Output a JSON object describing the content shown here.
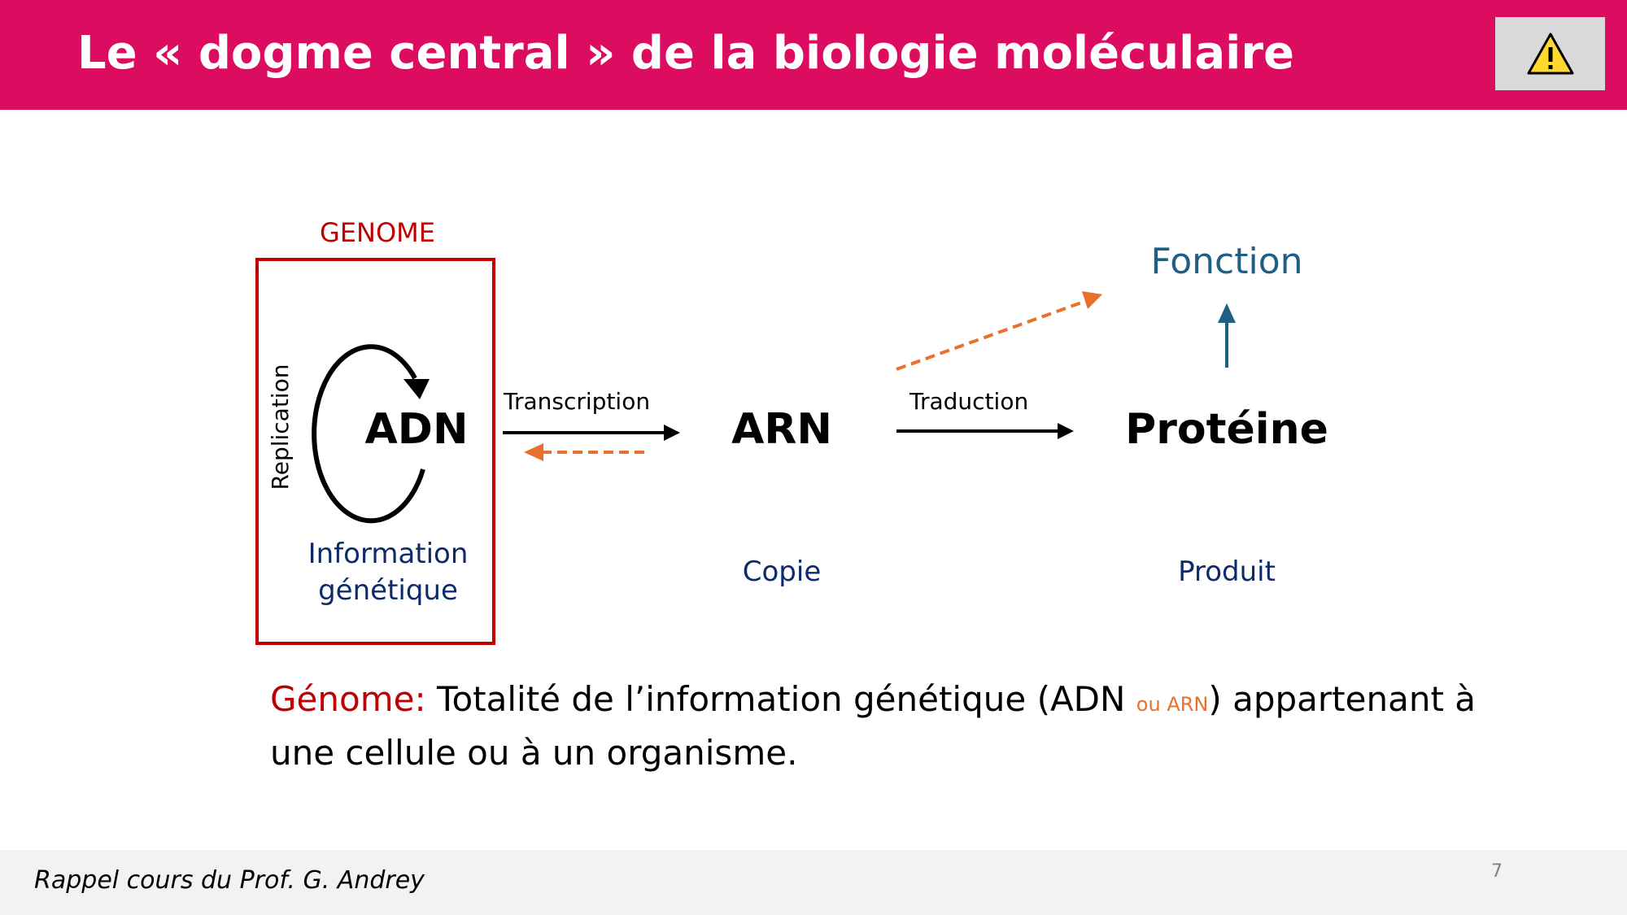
{
  "slide": {
    "title": "Le « dogme central » de la biologie moléculaire",
    "warning_icon": "warning-triangle-icon",
    "header_color": "#dc0c61"
  },
  "diagram": {
    "genome_label": "GENOME",
    "replication_label": "Replication",
    "nodes": {
      "adn": "ADN",
      "arn": "ARN",
      "proteine": "Protéine",
      "fonction": "Fonction"
    },
    "subtitles": {
      "adn_line1": "Information",
      "adn_line2": "génétique",
      "arn": "Copie",
      "proteine": "Produit"
    },
    "arrows": {
      "transcription": "Transcription",
      "traduction": "Traduction"
    },
    "colors": {
      "genome": "#c00000",
      "dashed": "#e9702e",
      "fonction": "#1f5f84",
      "subtitle": "#0d2a6b"
    }
  },
  "definition": {
    "term": "Génome:",
    "text_before": " Totalité de l’information génétique (ADN ",
    "small": "ou ARN",
    "text_after": ") appartenant à une cellule ou à un organisme."
  },
  "footer": {
    "credit": "Rappel cours du Prof. G. Andrey",
    "page_number": "7"
  }
}
